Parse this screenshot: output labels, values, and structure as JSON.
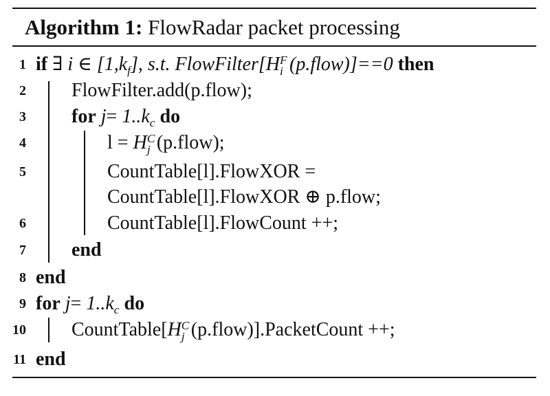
{
  "algorithm": {
    "label": "Algorithm 1:",
    "title": "FlowRadar packet processing"
  },
  "keywords": {
    "if": "if",
    "then": "then",
    "for": "for",
    "do": "do",
    "end": "end"
  },
  "lines": [
    {
      "number": "1"
    },
    {
      "number": "2",
      "text": "FlowFilter.add(p.flow);"
    },
    {
      "number": "3"
    },
    {
      "number": "4"
    },
    {
      "number": "5",
      "text_a": "CountTable[l].FlowXOR =",
      "text_b": "CountTable[l].FlowXOR ⊕ p.flow;"
    },
    {
      "number": "6",
      "text": "CountTable[l].FlowCount ++;"
    },
    {
      "number": "7"
    },
    {
      "number": "8"
    },
    {
      "number": "9"
    },
    {
      "number": "10"
    },
    {
      "number": "11"
    }
  ]
}
